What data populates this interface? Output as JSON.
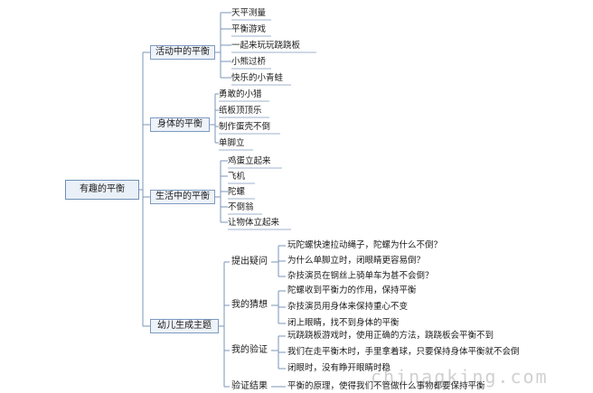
{
  "root": "有趣的平衡",
  "branches": [
    {
      "label": "活动中的平衡",
      "leaves": [
        "天平测量",
        "平衡游戏",
        "一起来玩玩跷跷板",
        "小熊过桥",
        "快乐的小青蛙"
      ]
    },
    {
      "label": "身体的平衡",
      "leaves": [
        "勇敢的小猎",
        "纸板顶顶乐",
        "制作蛋壳不倒",
        "单脚立"
      ]
    },
    {
      "label": "生活中的平衡",
      "leaves": [
        "鸡蛋立起来",
        "飞机",
        "陀螺",
        "不倒翁",
        "让物体立起来"
      ]
    },
    {
      "label": "幼儿生成主题",
      "groups": [
        {
          "label": "提出疑问",
          "items": [
            "玩陀螺快速拉动绳子，陀螺为什么不倒？",
            "为什么单脚立时，闭眼睛更容易倒？",
            "杂技演员在钢丝上骑单车为甚不会倒？"
          ]
        },
        {
          "label": "我的猜想",
          "items": [
            "陀螺收到平衡力的作用，保持平衡",
            "杂技演员用身体来保持重心不变",
            "闭上眼睛，找不到身体的平衡"
          ]
        },
        {
          "label": "我的验证",
          "items": [
            "玩跷跷板游戏时，使用正确的方法，跷跷板会平衡不到",
            "我们在走平衡木时，手里拿着球，只要保持身体平衡就不会倒",
            "闭眼时，没有睁开眼睛时稳"
          ]
        },
        {
          "label": "验证结果",
          "items": [
            "平衡的原理，使得我们不管做什么事物都要保持平衡"
          ]
        }
      ]
    }
  ],
  "watermark": "chinaqking.com"
}
